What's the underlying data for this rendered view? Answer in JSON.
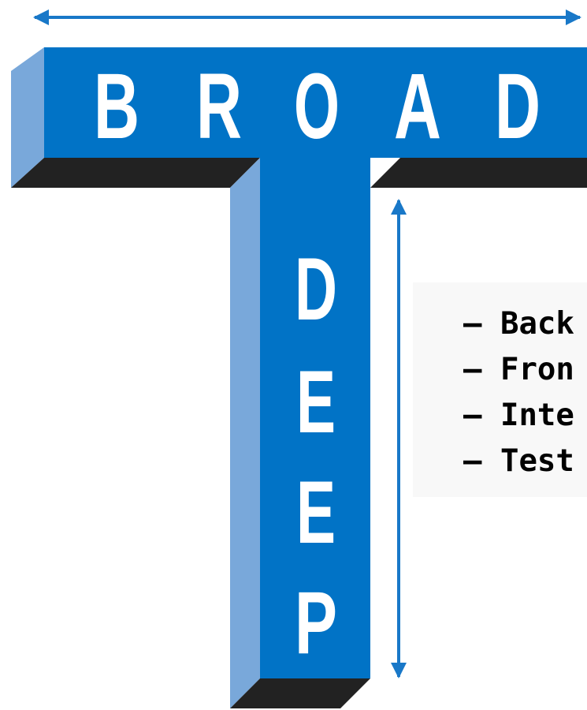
{
  "colors": {
    "front": "#0173C6",
    "side": "#79A8DA",
    "shadow": "#222222",
    "arrow": "#1978C8",
    "letter": "#FFFFFF",
    "list_text": "#000000"
  },
  "broad_letters": [
    "B",
    "R",
    "O",
    "A",
    "D"
  ],
  "deep_letters": [
    "D",
    "E",
    "E",
    "P"
  ],
  "list_items": [
    "– Back",
    "– Fron",
    "– Inte",
    "– Test"
  ]
}
